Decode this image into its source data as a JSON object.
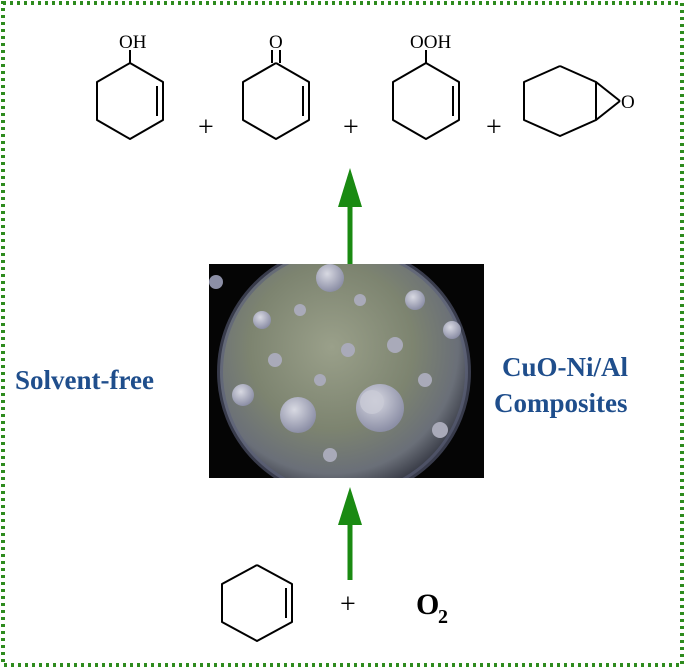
{
  "products": {
    "p1_label": "OH",
    "p2_label": "O",
    "p3_label": "OOH",
    "p4_label": "O",
    "plus": "+"
  },
  "left_label": "Solvent-free",
  "right_label": {
    "line1": "CuO-Ni/Al",
    "line2": "Composites"
  },
  "reactants": {
    "plus": "+",
    "oxygen": "O",
    "oxygen_sub": "2"
  },
  "colors": {
    "frame": "#2e8b1e",
    "arrow": "#1a8a12",
    "label": "#1f4e8c"
  }
}
